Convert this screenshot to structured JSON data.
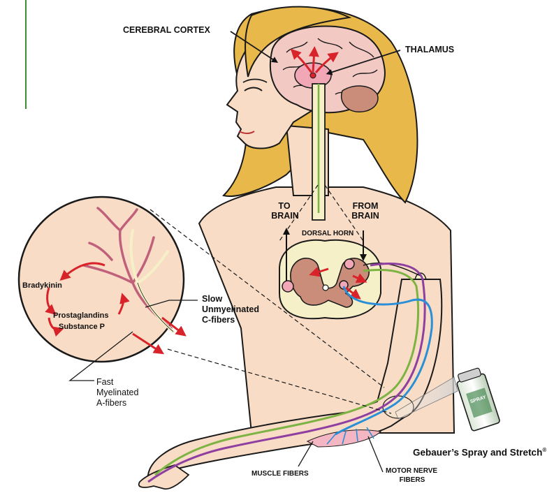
{
  "labels": {
    "cerebral_cortex": "CEREBRAL CORTEX",
    "thalamus": "THALAMUS",
    "to_brain_1": "TO",
    "to_brain_2": "BRAIN",
    "from_brain_1": "FROM",
    "from_brain_2": "BRAIN",
    "dorsal_horn": "DORSAL HORN",
    "bradykinin": "Bradykinin",
    "prostaglandins": "Prostaglandins",
    "substance_p": "Substance P",
    "slow_fibers_1": "Slow",
    "slow_fibers_2": "Unmyelinated",
    "slow_fibers_3": "C-fibers",
    "fast_fibers_1": "Fast",
    "fast_fibers_2": "Myelinated",
    "fast_fibers_3": "A-fibers",
    "muscle_fibers": "MUSCLE FIBERS",
    "motor_nerve_1": "MOTOR NERVE",
    "motor_nerve_2": "FIBERS",
    "product_name": "Gebauer’s Spray and Stretch",
    "registered_mark": "®"
  },
  "colors": {
    "skin": "#f8dcc6",
    "skin_outline": "#1a1a1a",
    "hair": "#e8b84a",
    "hair_dark": "#c98a24",
    "brain": "#f3c9c3",
    "thalamus": "#f1a7b6",
    "spinal_cord": "#f6f0c8",
    "grey_matter": "#c98d7a",
    "nerve_green": "#7cb342",
    "nerve_purple": "#8e3fa0",
    "nerve_blue": "#2a8fd6",
    "arrow_red": "#d9232a",
    "muscle": "#f4b6c2",
    "can_green": "#2f7a3b",
    "accent_rule": "#3b8b3b"
  }
}
